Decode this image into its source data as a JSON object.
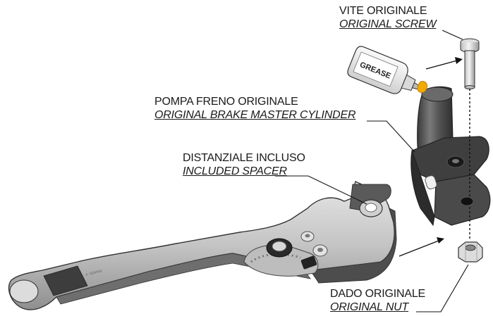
{
  "labels": {
    "screw_it": "VITE ORIGINALE",
    "screw_en": "ORIGINAL SCREW",
    "cylinder_it": "POMPA FRENO ORIGINALE",
    "cylinder_en": "ORIGINAL BRAKE MASTER CYLINDER",
    "spacer_it": "DISTANZIALE INCLUSO",
    "spacer_en": "INCLUDED SPACER",
    "nut_it": "DADO ORIGINALE",
    "nut_en": "ORIGINAL NUT"
  },
  "bottle_label": "GREASE",
  "colors": {
    "text": "#1a1a1a",
    "lever_light": "#c9c9c9",
    "lever_dark": "#5a5a5a",
    "cylinder": "#4a4a4a",
    "grease": "#f2a900"
  }
}
